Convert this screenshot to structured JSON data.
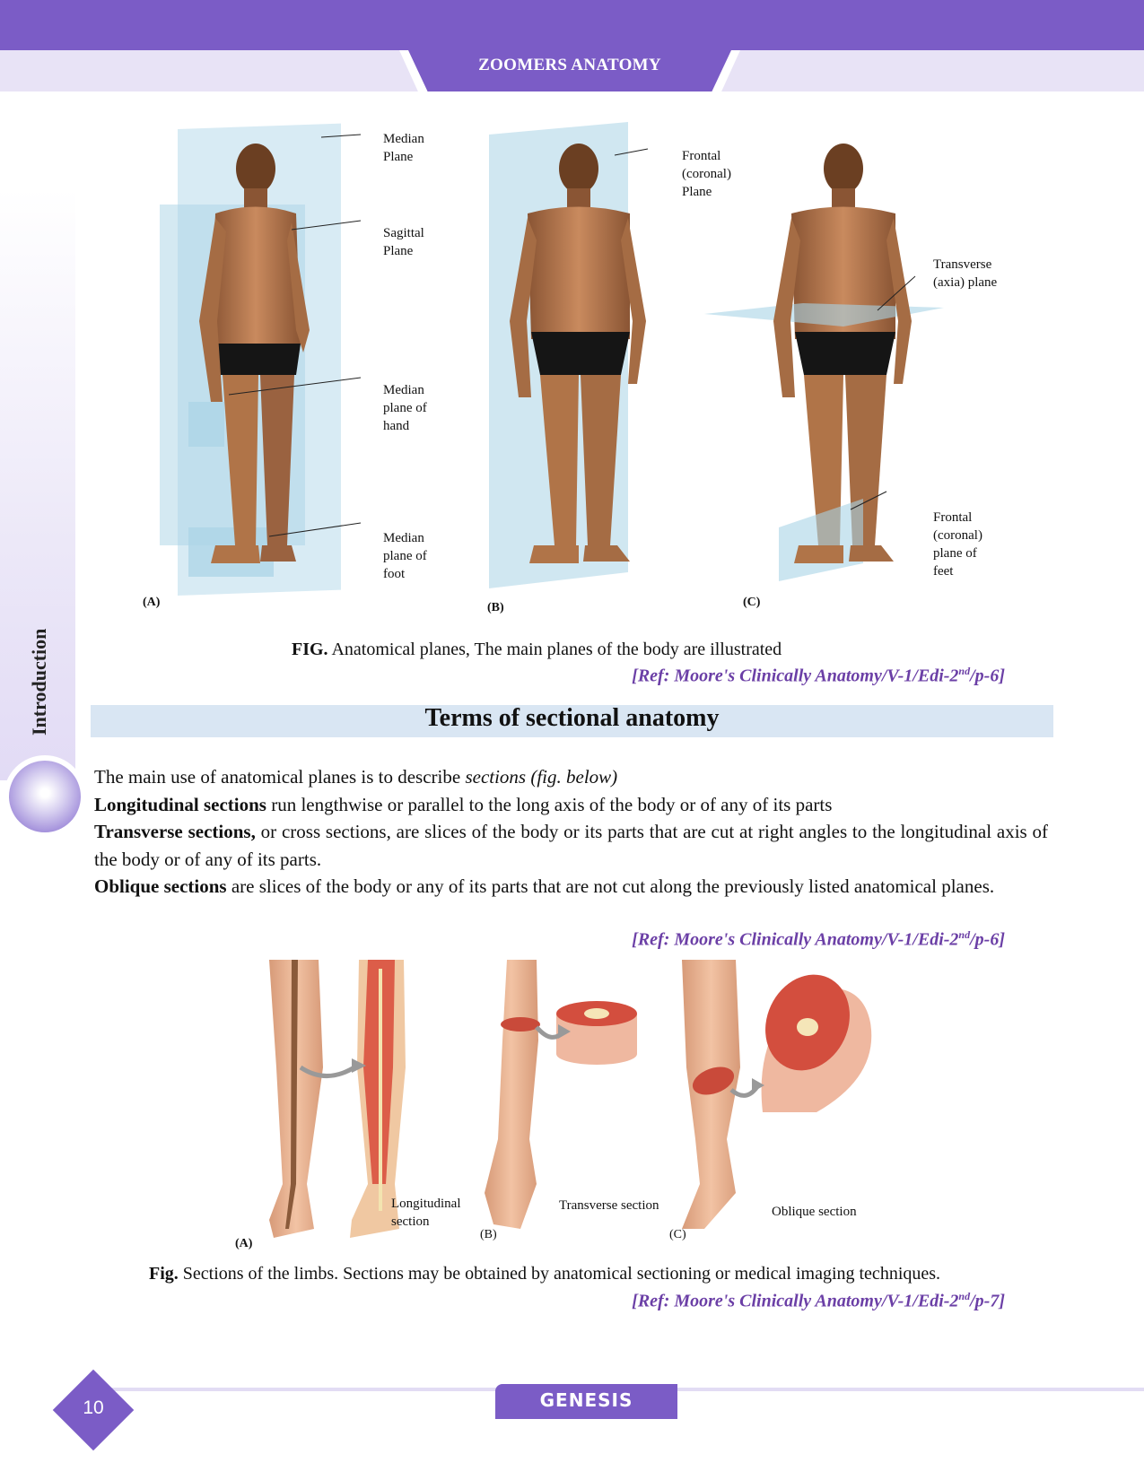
{
  "header": {
    "title": "ZOOMERS ANATOMY"
  },
  "side_tab": {
    "label": "Introduction"
  },
  "figure1": {
    "panel_a_labels": [
      "Median\nPlane",
      "Sagittal\nPlane",
      "Median\nplane of\nhand",
      "Median\nplane of\nfoot"
    ],
    "panel_b_labels": [
      "Frontal\n(coronal)\nPlane"
    ],
    "panel_c_labels": [
      "Transverse\n(axia) plane",
      "Frontal\n(coronal)\nplane of\nfeet"
    ],
    "panel_tags": [
      "(A)",
      "(B)",
      "(C)"
    ],
    "caption_bold": "FIG.",
    "caption_text": "Anatomical planes, The main planes of the body are illustrated",
    "ref_pre": "[Ref: Moore's Clinically Anatomy/V-1/Edi-2",
    "ref_sup": "nd",
    "ref_post": "/p-6]"
  },
  "section": {
    "title": "Terms of sectional anatomy",
    "intro": "The main use of anatomical planes is to describe ",
    "intro_italic": "sections (fig. below)",
    "p1_bold": "Longitudinal sections",
    "p1_text": " run lengthwise or parallel to the long axis of the body or of any of its parts",
    "p2_bold": "Transverse sections,",
    "p2_text": " or cross sections, are slices of the body or its parts that are cut at right angles to the longitudinal axis of the body or of any of its parts.",
    "p3_bold": "Oblique sections",
    "p3_text": " are slices of the body or any of its parts that are not cut along the previously listed anatomical planes.",
    "ref_pre": "[Ref: Moore's Clinically Anatomy/V-1/Edi-2",
    "ref_sup": "nd",
    "ref_post": "/p-6]"
  },
  "figure2": {
    "labels": [
      "Longitudinal\nsection",
      "Transverse section",
      "Oblique section"
    ],
    "panel_tags": [
      "(A)",
      "(B)",
      "(C)"
    ],
    "caption_bold": "Fig.",
    "caption_text": "Sections of the limbs. Sections may be obtained by anatomical sectioning or medical imaging techniques.",
    "ref_pre": "[Ref: Moore's Clinically Anatomy/V-1/Edi-2",
    "ref_sup": "nd",
    "ref_post": "/p-7]"
  },
  "footer": {
    "brand": "GENESIS",
    "page_number": "10"
  },
  "colors": {
    "brand": "#7b5cc6",
    "band": "#e8e3f6",
    "ref": "#6b3fa6",
    "section_bar": "#d9e6f3",
    "skin": "#c98a5e",
    "plane": "#a9d3e6"
  }
}
